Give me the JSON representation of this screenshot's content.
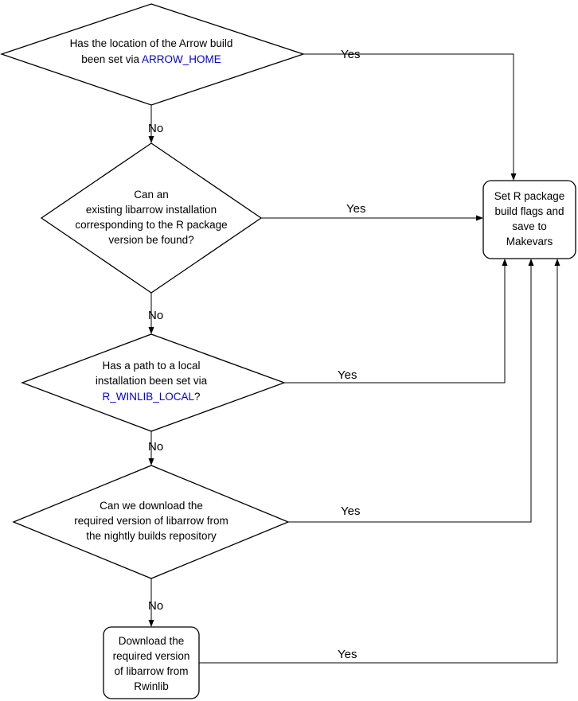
{
  "title": "Arrow R package libarrow build flowchart",
  "colors": {
    "background": "#ffffff",
    "line": "#000000",
    "text": "#000000",
    "link": "#0000EE"
  },
  "nodes": {
    "arrow_home": {
      "type": "decision",
      "line1": "Has the location of the Arrow build",
      "line2_prefix": "been set via ",
      "line2_link": "ARROW_HOME"
    },
    "existing_libarrow": {
      "type": "decision",
      "lines": [
        "Can an",
        "existing libarrow installation",
        "corresponding to the R package",
        "version be found?"
      ]
    },
    "winlib_local": {
      "type": "decision",
      "line1": "Has a path to a local",
      "line2": "installation been set via",
      "line3_link": "R_WINLIB_LOCAL",
      "line3_suffix": "?"
    },
    "nightly": {
      "type": "decision",
      "lines": [
        "Can we download the",
        "required version of libarrow from",
        "the nightly builds repository"
      ]
    },
    "makevars": {
      "type": "process",
      "lines": [
        "Set R package",
        "build flags and",
        "save to",
        "Makevars"
      ]
    },
    "rwinlib": {
      "type": "process",
      "lines": [
        "Download the",
        "required version",
        "of libarrow from",
        "Rwinlib"
      ]
    }
  },
  "edges": {
    "arrow_home_yes": "Yes",
    "arrow_home_no": "No",
    "existing_yes": "Yes",
    "existing_no": "No",
    "winlib_yes": "Yes",
    "winlib_no": "No",
    "nightly_yes": "Yes",
    "nightly_no": "No",
    "rwinlib_yes": "Yes"
  }
}
